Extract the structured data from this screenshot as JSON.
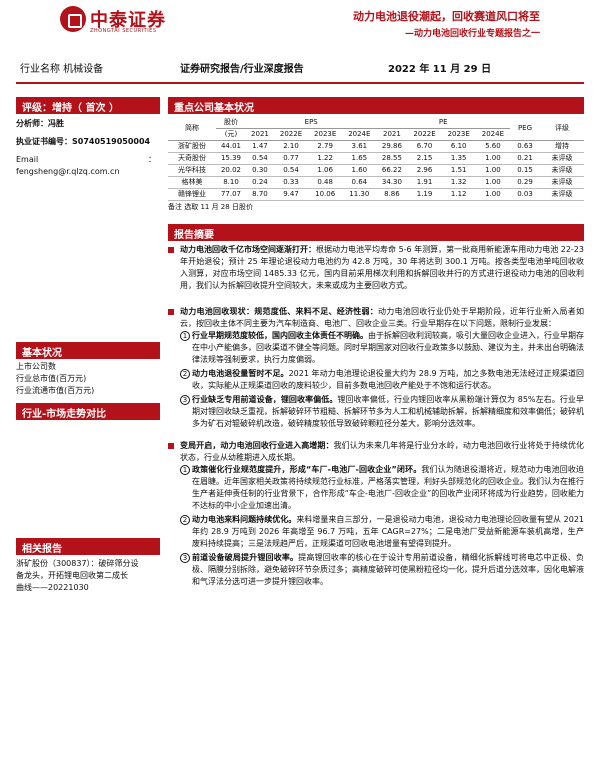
{
  "brand": {
    "name": "中泰证券",
    "name_en": "ZHONGTAI SECURITIES",
    "color": "#b3121a"
  },
  "title": "动力电池退役潮起，回收赛道风口将至",
  "subtitle": "—动力电池回收行业专题报告之一",
  "header": {
    "industry": "行业名称 机械设备",
    "report_type": "证券研究报告/行业深度报告",
    "date": "2022 年 11 月 29 日"
  },
  "left": {
    "rating_label": "评级：增持（ 首次 ）",
    "analyst_line": "分析师：冯胜",
    "license_line": "执业证书编号：S0740519050004",
    "email_label": "Email",
    "email_colon": "：",
    "email": "fengsheng@r.qlzq.com.cn",
    "basic_label": "基本状况",
    "basic_items": [
      "上市公司数",
      "行业总市值(百万元)",
      "行业流通市值(百万元)"
    ],
    "trend_label": "行业-市场走势对比",
    "related_label": "相关报告",
    "related_lines": [
      "浙矿股份（300837）：破碎筛分设",
      "备龙头，开拓锂电回收第二成长",
      "曲线——20221030"
    ]
  },
  "table": {
    "section_label": "重点公司基本状况",
    "headers": {
      "name": "简称",
      "price": "股价",
      "price_unit": "(元)",
      "eps": "EPS",
      "pe": "PE",
      "peg": "PEG",
      "rating": "评级",
      "years": [
        "2021",
        "2022E",
        "2023E",
        "2024E",
        "2021",
        "2022E",
        "2023E",
        "2024E"
      ]
    },
    "rows": [
      {
        "name": "浙矿股份",
        "price": "44.01",
        "eps": [
          "1.47",
          "2.10",
          "2.79",
          "3.61"
        ],
        "pe": [
          "29.86",
          "6.70",
          "6.10",
          "5.60"
        ],
        "peg": "0.63",
        "rating": "增持"
      },
      {
        "name": "天奇股份",
        "price": "15.39",
        "eps": [
          "0.54",
          "0.77",
          "1.22",
          "1.65"
        ],
        "pe": [
          "28.55",
          "2.15",
          "1.35",
          "1.00"
        ],
        "peg": "0.21",
        "rating": "未评级"
      },
      {
        "name": "光华科技",
        "price": "20.02",
        "eps": [
          "0.30",
          "0.54",
          "1.06",
          "1.60"
        ],
        "pe": [
          "66.22",
          "2.96",
          "1.51",
          "1.00"
        ],
        "peg": "0.15",
        "rating": "未评级"
      },
      {
        "name": "格林美",
        "price": "8.10",
        "eps": [
          "0.24",
          "0.33",
          "0.48",
          "0.64"
        ],
        "pe": [
          "34.30",
          "1.91",
          "1.32",
          "1.00"
        ],
        "peg": "0.29",
        "rating": "未评级"
      },
      {
        "name": "赣锋锂业",
        "price": "77.07",
        "eps": [
          "8.70",
          "9.47",
          "10.06",
          "11.30"
        ],
        "pe": [
          "8.86",
          "1.19",
          "1.12",
          "1.00"
        ],
        "peg": "0.03",
        "rating": "未评级"
      }
    ],
    "note": "备注 选取 11 月 28 日股价"
  },
  "summary": {
    "section_label": "报告摘要",
    "p1": {
      "bold": "动力电池回收千亿市场空间逐渐打开：",
      "text": "根据动力电池平均寿命 5-6 年测算，第一批商用新能源车用动力电池 22-23 年开始退役；预计 25 年理论退役动力电池约为 42.8 万吨，30 年将达到 300.1 万吨。按各类型电池单吨回收收入测算，对应市场空间 1485.33 亿元，国内目前采用梯次利用和拆解回收并行的方式进行退役动力电池的回收利用，我们认为拆解回收提升空间较大，未来或成为主要回收方式。"
    },
    "p2": {
      "bold": "动力电池回收现状：规范度低、来料不足、经济性弱：",
      "text": "动力电池回收行业仍处于早期阶段，近年行业新入局者如云，按回收主体不同主要为汽车制造商、电池厂、回收企业三类。行业早期存在以下问题，限制行业发展："
    },
    "p2_items": [
      {
        "bold": "行业早期规范度较低，国内回收主体责任不明确。",
        "text": "由于拆解回收利润较高，吸引大量回收企业进入，行业早期存在中小产能偏多，回收渠道不健全等问题。同时早期国家对回收行业政策多以鼓励、建议为主，并未出台明确法律法规等强制要求，执行力度偏弱。"
      },
      {
        "bold": "动力电池退役量暂时不足。",
        "text": "2021 年动力电池理论退役量大约为 28.9 万吨，加之多数电池无法经过正规渠道回收，实际能从正规渠道回收的废料较少，目前多数电池回收产能处于不饱和运行状态。"
      },
      {
        "bold": "行业缺乏专用前道设备，锂回收率偏低。",
        "text": "锂回收率偏低，行业内锂回收率从黑粉端计算仅为 85%左右。行业早期对锂回收缺乏重视，拆解破碎环节粗糙、拆解环节多为人工和机械辅助拆解，拆解精细度和效率偏低；破碎机多为矿石对辊破碎机改造，破碎精度较低导致破碎颗粒径分差大，影响分选效率。"
      }
    ],
    "p3": {
      "bold": "变局开启，动力电池回收行业进入高增期：",
      "text": "我们认为未来几年将是行业分水岭，动力电池回收行业将处于持续优化状态，行业从幼稚期进入成长期。"
    },
    "p3_items": [
      {
        "bold": "政策催化行业规范度提升，形成“车厂-电池厂-回收企业”闭环。",
        "text": "我们认为随退役潮将近，规范动力电池回收迫在眉睫。近年国家相关政策将持续规范行业标准，严格落实管理，利好头部规范化的回收企业。我们认为在推行生产者延伸责任制的行业背景下，合作形成“车企-电池厂-回收企业”的回收产业闭环将成为行业趋势，回收能力不达标的中小企业加速出清。"
      },
      {
        "bold": "动力电池来料问题持续优化。",
        "text": "来料增量来自三部分，一是退役动力电池，退役动力电池理论回收量有望从 2021 年约 28.9 万吨到 2026 年高增至 96.7 万吨，五年 CAGR=27%；二是电池厂受益新能源车装机高增，生产废料持续提高；三是法规趋严后，正规渠道可回收电池增量有望得到提升。"
      },
      {
        "bold": "前道设备破局提升锂回收率。",
        "text": "提高锂回收率的核心在于设计专用前道设备，精细化拆解线可将电芯中正极、负极、隔膜分别拆除，避免破碎环节杂质过多；高精度破碎可使黑粉粒径均一化，提升后道分选效率，因化电解液和气浮法分选可进一步提升锂回收率。"
      }
    ]
  }
}
